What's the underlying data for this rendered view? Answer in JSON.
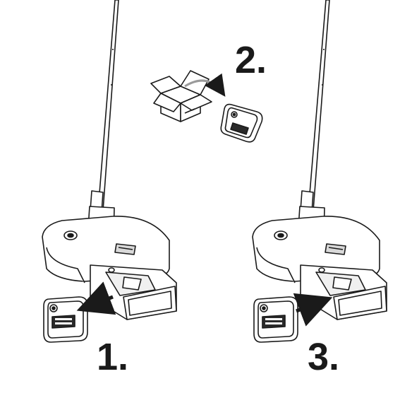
{
  "steps": [
    {
      "number": "1.",
      "action": "remove-filter"
    },
    {
      "number": "2.",
      "action": "unpack-new-filter"
    },
    {
      "number": "3.",
      "action": "insert-filter"
    }
  ],
  "colors": {
    "line": "#1a1a1a",
    "fill": "#ffffff",
    "shade": "#d9d9d9",
    "dark": "#2a2a2a"
  }
}
